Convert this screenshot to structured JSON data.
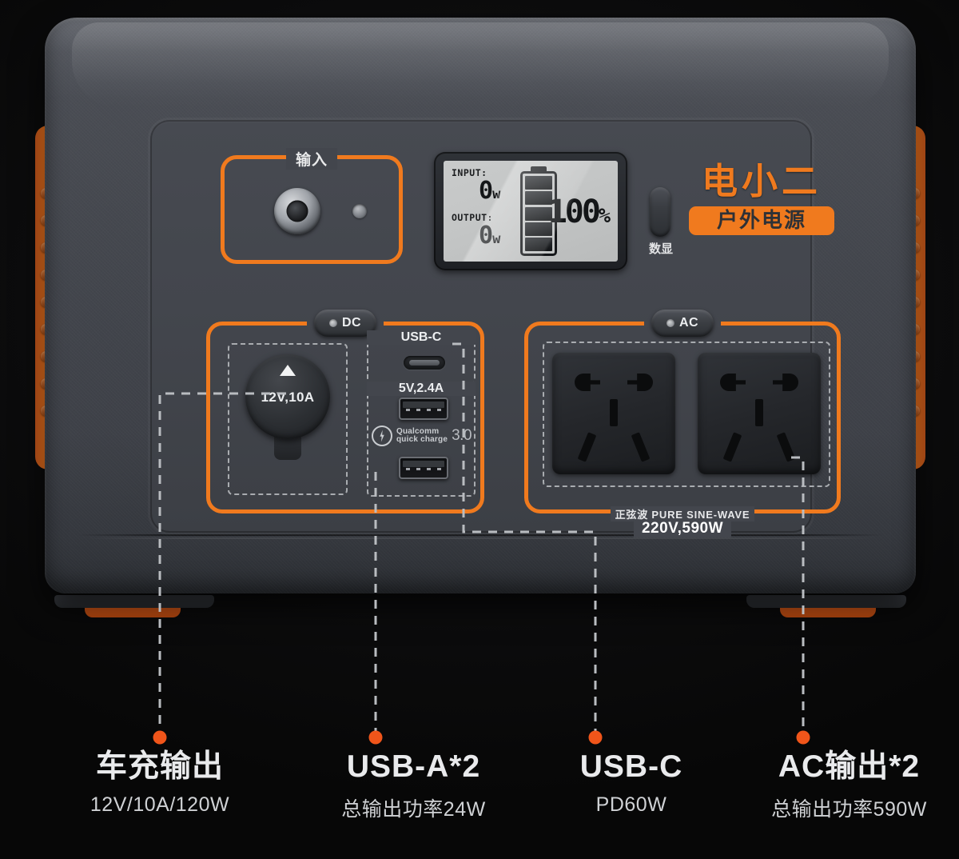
{
  "product": {
    "brand_main": "电小二",
    "brand_sub": "户外电源"
  },
  "input_section": {
    "label": "输入",
    "jack_name": "dc-barrel-jack",
    "led_name": "status-led"
  },
  "lcd": {
    "input_label": "INPUT:",
    "input_value": "0",
    "input_unit": "w",
    "output_label": "OUTPUT:",
    "output_value": "0",
    "output_unit": "w",
    "percent_value": "100",
    "percent_symbol": "%",
    "battery_segments": 5
  },
  "display_button": {
    "label": "数显"
  },
  "dc_section": {
    "button_label": "DC",
    "car_port": {
      "rating": "12V,10A"
    },
    "usbc": {
      "label": "USB-C"
    },
    "usba": {
      "label": "5V,2.4A",
      "qc_line1": "Qualcomm",
      "qc_line2": "quick charge",
      "qc_version": "3.0"
    }
  },
  "ac_section": {
    "button_label": "AC",
    "caption_line1": "正弦波 PURE SINE-WAVE",
    "caption_line2": "220V,590W"
  },
  "callouts": [
    {
      "id": "car-charge",
      "title": "车充输出",
      "subtitle": "12V/10A/120W"
    },
    {
      "id": "usb-a",
      "title": "USB-A*2",
      "subtitle": "总输出功率24W"
    },
    {
      "id": "usb-c",
      "title": "USB-C",
      "subtitle": "PD60W"
    },
    {
      "id": "ac-output",
      "title": "AC输出*2",
      "subtitle": "总输出功率590W"
    }
  ],
  "colors": {
    "accent_orange": "#F07A1E",
    "dot_orange": "#F0551A",
    "chassis_gray": "#44474E",
    "faceplate_gray": "#43464D",
    "background": "#0D0D0E",
    "text_light": "#E9EAEC"
  }
}
